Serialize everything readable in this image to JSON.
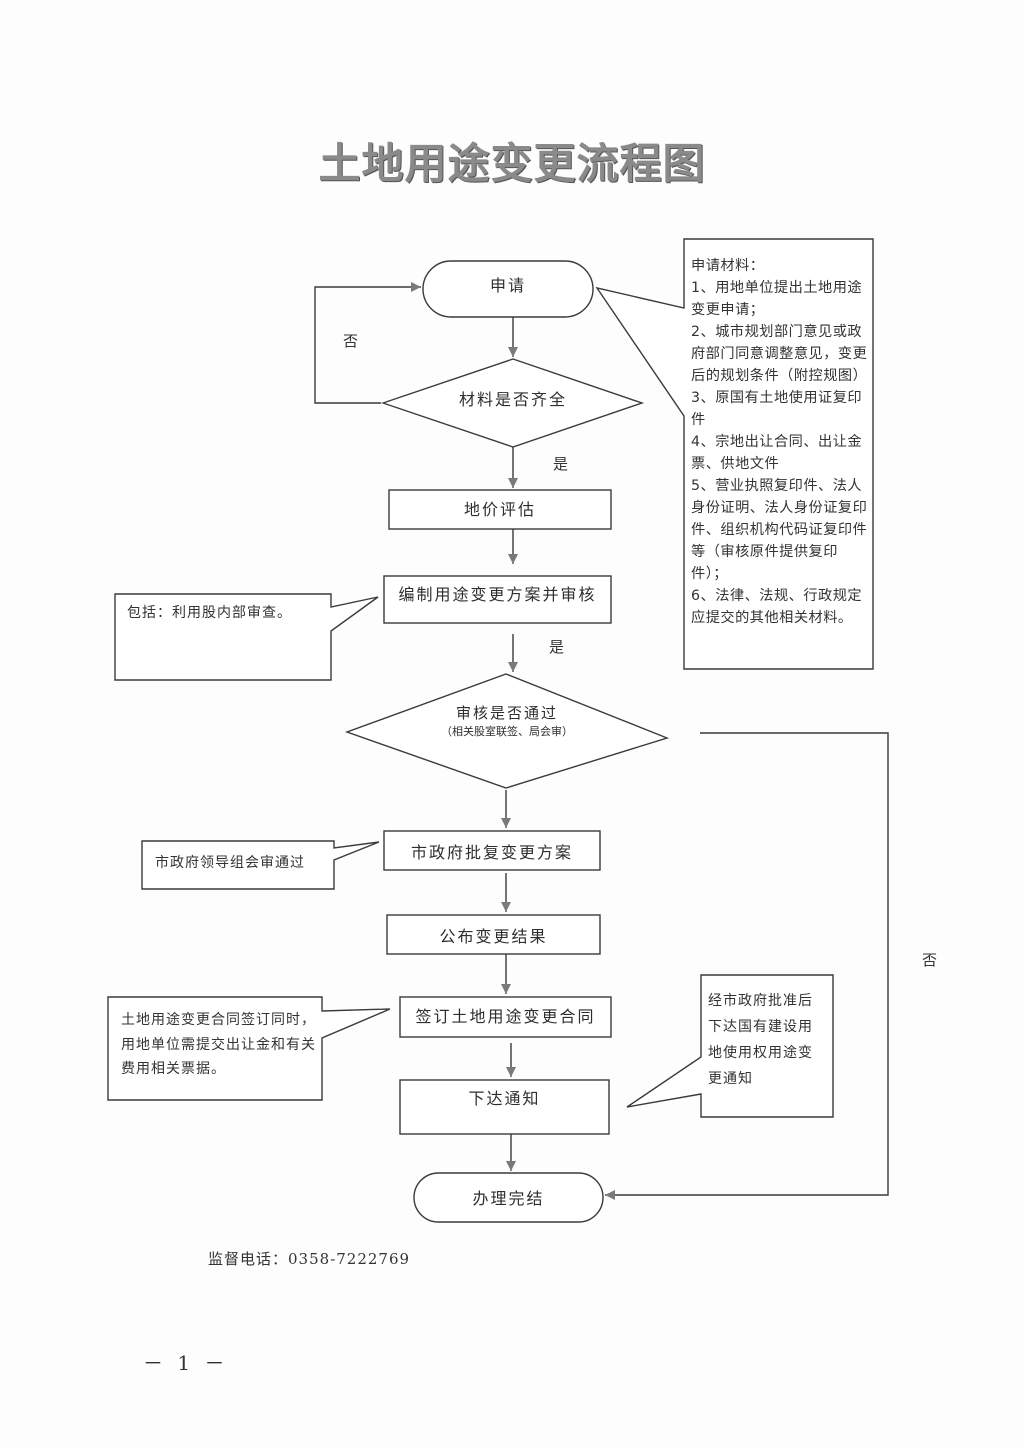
{
  "document": {
    "title": "土地用途变更流程图",
    "page_number": "－ 1 －",
    "hotline_label": "监督电话：",
    "hotline_number": "0358-7222769"
  },
  "nodes": {
    "apply": {
      "type": "terminator",
      "label": "申请"
    },
    "materials_check": {
      "type": "decision",
      "label": "材料是否齐全"
    },
    "land_price_eval": {
      "type": "process",
      "label": "地价评估"
    },
    "prepare_plan": {
      "type": "process",
      "label": "编制用途变更方案并审核"
    },
    "review_pass": {
      "type": "decision",
      "label": "审核是否通过",
      "sublabel": "（相关股室联签、局会审）"
    },
    "gov_approve": {
      "type": "process",
      "label": "市政府批复变更方案"
    },
    "publish_result": {
      "type": "process",
      "label": "公布变更结果"
    },
    "sign_contract": {
      "type": "process",
      "label": "签订土地用途变更合同"
    },
    "issue_notice": {
      "type": "process",
      "label": "下达通知"
    },
    "complete": {
      "type": "terminator",
      "label": "办理完结"
    }
  },
  "edges": {
    "materials_no": "否",
    "materials_yes": "是",
    "plan_yes": "是",
    "review_no": "否"
  },
  "callouts": {
    "materials_list": {
      "heading": "申请材料：",
      "items": [
        "1、用地单位提出土地用途变更申请；",
        "2、城市规划部门意见或政府部门同意调整意见，变更后的规划条件（附控规图）",
        "3、原国有土地使用证复印件",
        "4、宗地出让合同、出让金票、供地文件",
        "5、营业执照复印件、法人身份证明、法人身份证复印件、组织机构代码证复印件等（审核原件提供复印件）；",
        "6、法律、法规、行政规定应提交的其他相关材料。"
      ]
    },
    "prepare_plan_note": "包括：利用股内部审查。",
    "gov_approve_note": "市政府领导组会审通过",
    "contract_note": "土地用途变更合同签订同时，用地单位需提交出让金和有关费用相关票据。",
    "notice_note": "经市政府批准后下达国有建设用地使用权用途变更通知"
  }
}
